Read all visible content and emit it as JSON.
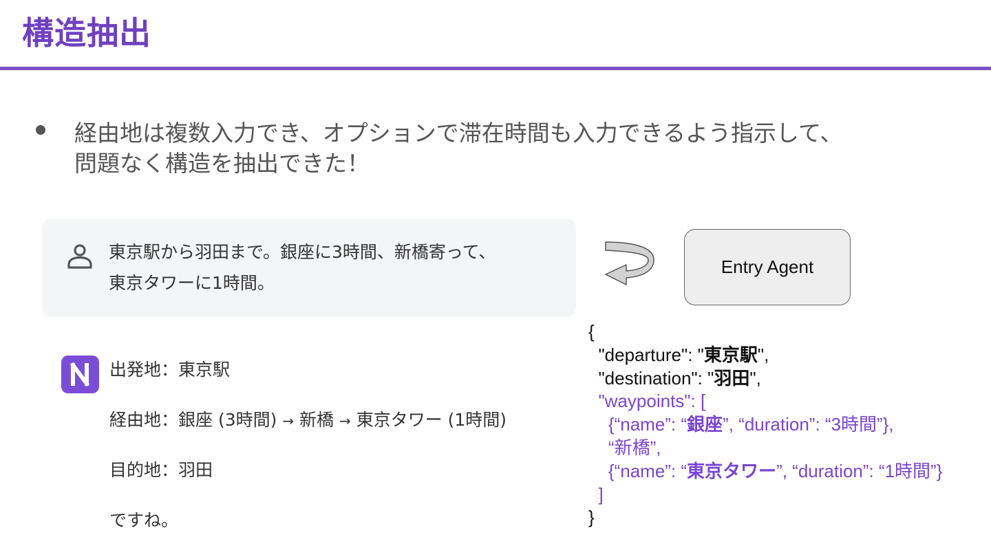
{
  "slide": {
    "title": "構造抽出",
    "bullet_line1": "経由地は複数入力でき、オプションで滞在時間も入力できるよう指示して、",
    "bullet_line2": "問題なく構造を抽出できた！"
  },
  "chat": {
    "user_message_line1": "東京駅から羽田まで。銀座に3時間、新橋寄って、",
    "user_message_line2": "東京タワーに1時間。",
    "bot_departure": "出発地：東京駅",
    "bot_waypoints_part1": "経由地：銀座 (3時間) ",
    "bot_waypoints_arrow": "→",
    "bot_waypoints_part2": " 新橋 ",
    "bot_waypoints_part3": " 東京タワー (1時間)",
    "bot_destination": "目的地：羽田",
    "bot_closing": "ですね。",
    "avatar_letter": "N"
  },
  "agent": {
    "label": "Entry Agent"
  },
  "json_output": {
    "open_brace": "{",
    "departure_key": "  \"departure\": \"",
    "departure_value": "東京駅",
    "departure_end": "\",",
    "destination_key": "  \"destination\": \"",
    "destination_value": "羽田",
    "destination_end": "\",",
    "waypoints_key": "  \"waypoints\": [",
    "wp1_a": "    {“name”: “",
    "wp1_name": "銀座",
    "wp1_b": "”, “duration”: “",
    "wp1_duration": "3時間",
    "wp1_c": "”},",
    "wp2_a": "    “",
    "wp2_name": "新橋",
    "wp2_b": "”,",
    "wp3_a": "    {“name”: “",
    "wp3_name": "東京タワー",
    "wp3_b": "”, “duration”: “",
    "wp3_duration": "1時間",
    "wp3_c": "”}",
    "close_bracket": "  ]",
    "close_brace": "}"
  },
  "colors": {
    "accent": "#7a45d0",
    "text_gray": "#555555",
    "card_bg": "#f4f5f7"
  }
}
